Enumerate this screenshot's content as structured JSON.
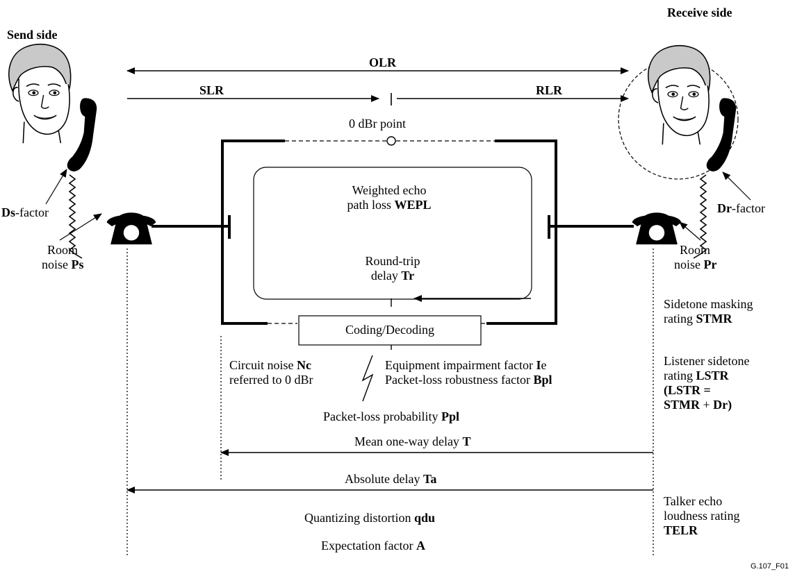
{
  "sides": {
    "send": "Send side",
    "receive": "Receive side"
  },
  "ratings": {
    "olr": "OLR",
    "slr": "SLR",
    "rlr": "RLR",
    "reference_point": "0 dBr  point"
  },
  "factors": {
    "ds_bold": "Ds",
    "ds_rest": "-factor",
    "dr_bold": "Dr",
    "dr_rest": "-factor",
    "room_noise_send_l1": "Room",
    "room_noise_send_l2": "noise ",
    "room_noise_send_sym": "Ps",
    "room_noise_recv_l1": "Room",
    "room_noise_recv_l2": "noise ",
    "room_noise_recv_sym": "Pr"
  },
  "loop": {
    "wepl_l1": "Weighted echo",
    "wepl_l2": "path loss ",
    "wepl_sym": "WEPL",
    "rt_l1": "Round-trip",
    "rt_l2": "delay ",
    "rt_sym": "Tr",
    "codec": "Coding/Decoding"
  },
  "impairments": {
    "circuit_noise_l1": "Circuit noise ",
    "circuit_noise_sym": "Nc",
    "circuit_noise_l2": "referred to 0 dBr",
    "equip_text": "Equipment impairment factor ",
    "equip_sym": "I",
    "equip_suffix": "e",
    "bpl_text": "Packet-loss robustness factor ",
    "bpl_sym": "Bpl",
    "ppl_text": "Packet-loss probability ",
    "ppl_sym": "Ppl",
    "mean_delay_text": "Mean one-way delay ",
    "mean_delay_sym": "T",
    "abs_delay_text": "Absolute delay ",
    "abs_delay_sym": "Ta",
    "qdu_text": "Quantizing distortion ",
    "qdu_sym": "qdu",
    "expect_text": "Expectation factor ",
    "expect_sym": "A"
  },
  "receive_params": {
    "stmr_l1": "Sidetone masking",
    "stmr_l2": "rating ",
    "stmr_sym": "STMR",
    "lstr_l1": "Listener sidetone",
    "lstr_l2": "rating ",
    "lstr_sym": "LSTR",
    "lstr_l3": "(LSTR =",
    "lstr_l4a": "STMR",
    "lstr_l4b": " + ",
    "lstr_l4c": "Dr)",
    "telr_l1": "Talker echo",
    "telr_l2": "loudness rating",
    "telr_sym": "TELR"
  },
  "figure_id": "G.107_F01"
}
